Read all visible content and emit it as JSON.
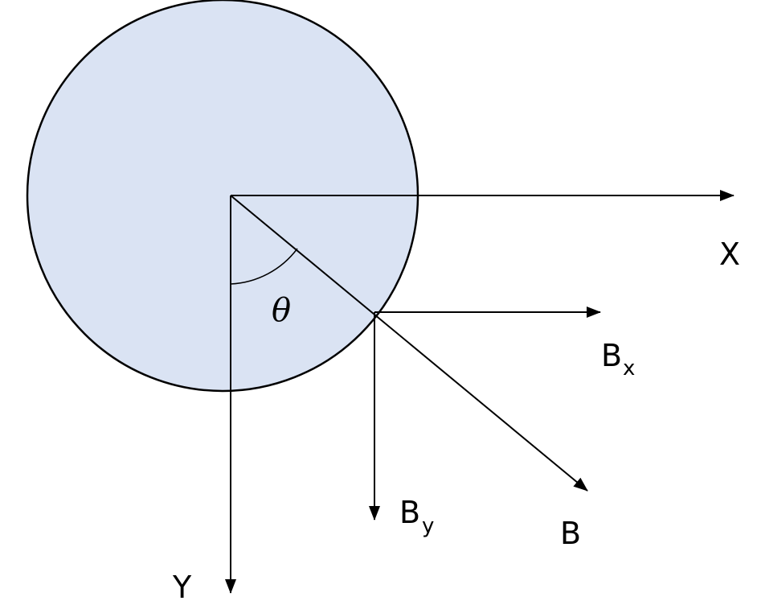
{
  "labels": {
    "x_axis": "X",
    "y_axis": "Y",
    "angle": "θ",
    "b_vector": "B",
    "bx_main": "B",
    "bx_sub": "x",
    "by_main": "B",
    "by_sub": "y"
  },
  "colors": {
    "circle_fill": "#dae3f3",
    "stroke": "#000000",
    "background": "#ffffff"
  }
}
